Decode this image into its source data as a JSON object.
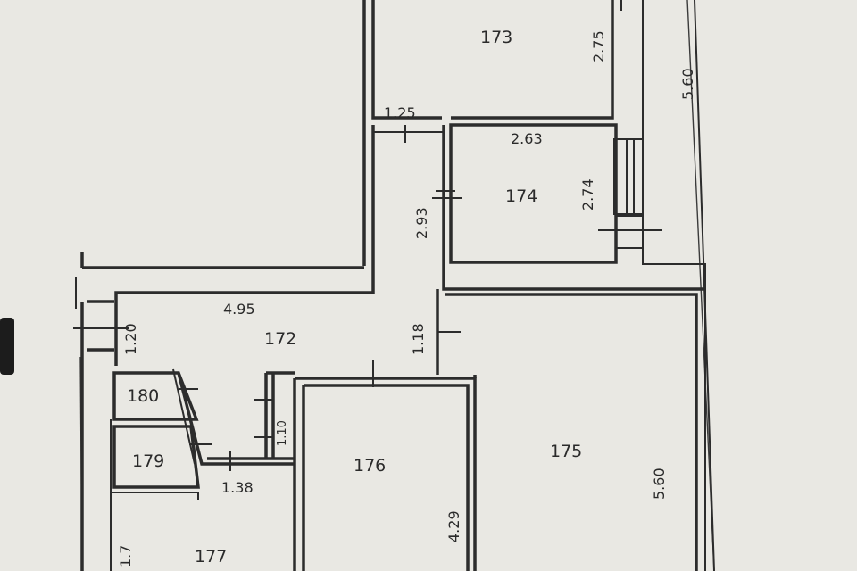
{
  "floor_plan": {
    "rooms": [
      {
        "id": "173",
        "label": "173"
      },
      {
        "id": "174",
        "label": "174"
      },
      {
        "id": "172",
        "label": "172"
      },
      {
        "id": "180",
        "label": "180"
      },
      {
        "id": "179",
        "label": "179"
      },
      {
        "id": "176",
        "label": "176"
      },
      {
        "id": "175",
        "label": "175"
      },
      {
        "id": "177",
        "label": "177"
      }
    ],
    "dimensions": {
      "d_173_height": "2.75",
      "d_outer_560_top": "5.60",
      "d_door_125": "1.25",
      "d_174_width": "2.63",
      "d_174_height": "2.74",
      "d_corridor_293": "2.93",
      "d_172_width": "4.95",
      "d_172_120": "1.20",
      "d_172_118": "1.18",
      "d_closet_110": "1.10",
      "d_179_138": "1.38",
      "d_176_429": "4.29",
      "d_175_560": "5.60",
      "d_177_side": "1.7"
    }
  }
}
